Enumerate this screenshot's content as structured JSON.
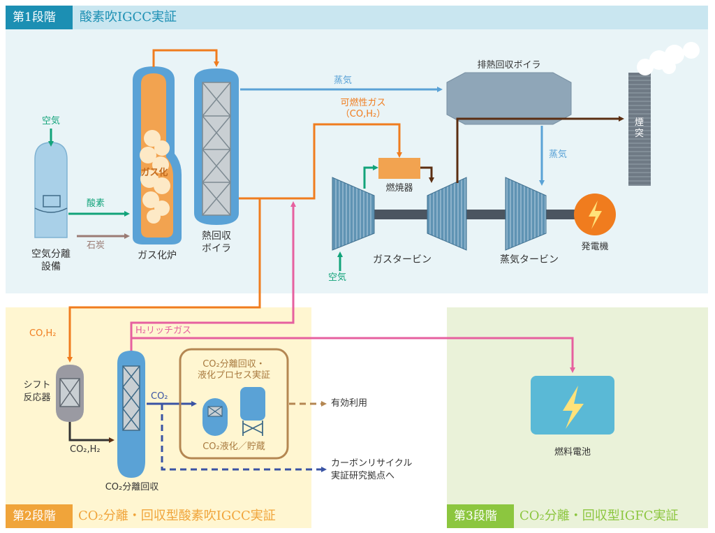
{
  "stage1": {
    "tag": "第1段階",
    "title": "酸素吹IGCC実証"
  },
  "stage2": {
    "tag": "第2段階",
    "title": "CO₂分離・回収型酸素吹IGCC実証"
  },
  "stage3": {
    "tag": "第3段階",
    "title": "CO₂分離・回収型IGFC実証"
  },
  "labels": {
    "air_top": "空気",
    "asu_line1": "空気分離",
    "asu_line2": "設備",
    "oxygen": "酸素",
    "coal": "石炭",
    "gasification": "ガス化",
    "gasifier": "ガス化炉",
    "hrb_line1": "熱回収",
    "hrb_line2": "ボイラ",
    "steam_top": "蒸気",
    "fuel_gas_line1": "可燃性ガス",
    "fuel_gas_line2": "（CO,H₂）",
    "hrsg": "排熱回収ボイラ",
    "stack": "煙突",
    "steam_right": "蒸気",
    "combustor": "燃焼器",
    "gas_turbine": "ガスタービン",
    "air_bottom": "空気",
    "steam_turbine": "蒸気タービン",
    "generator": "発電機",
    "co_h2": "CO,H₂",
    "h2_rich": "H₂リッチガス",
    "shift_line1": "シフト",
    "shift_line2": "反応器",
    "co2_h2": "CO₂,H₂",
    "co2": "CO₂",
    "co2_capture": "CO₂分離回収",
    "liquefaction_line1": "CO₂分離回収・",
    "liquefaction_line2": "液化プロセス実証",
    "liquefaction_storage": "CO₂液化／貯蔵",
    "effective_use": "有効利用",
    "recycle_line1": "カーボンリサイクル",
    "recycle_line2": "実証研究拠点へ",
    "fuel_cell": "燃料電池"
  },
  "colors": {
    "stage1_tag": "#1c8fb3",
    "stage1_title": "#1c8fb3",
    "stage2_tag": "#f0a43a",
    "stage2_title": "#f0a43a",
    "stage3_tag": "#8cc63f",
    "stage3_title": "#8cc63f",
    "orange": "#f07c1e",
    "blue": "#5aa2d6",
    "green": "#12a37a",
    "brown": "#5b2e12",
    "pink": "#e6609f",
    "navy": "#3953a4",
    "tan": "#b48752"
  }
}
